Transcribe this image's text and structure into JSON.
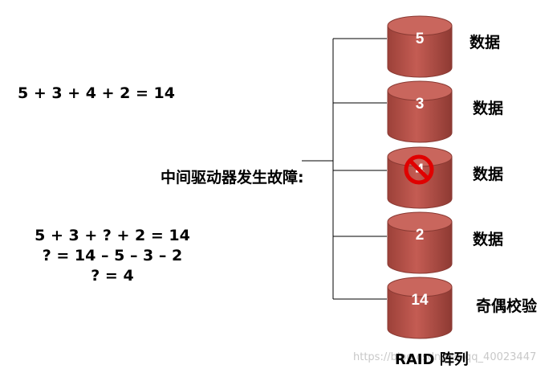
{
  "equation_top": "5 + 3 + 4 + 2 = 14",
  "failure_label": "中间驱动器发生故障:",
  "recovery_lines": [
    "5 + 3 + ? + 2 = 14",
    "? = 14 – 5 – 3 – 2",
    "? = 4"
  ],
  "disks": [
    {
      "value": "5",
      "label": "数据",
      "failed": false
    },
    {
      "value": "3",
      "label": "数据",
      "failed": false
    },
    {
      "value": "4",
      "label": "数据",
      "failed": true
    },
    {
      "value": "2",
      "label": "数据",
      "failed": false
    },
    {
      "value": "14",
      "label": "奇偶校验",
      "failed": false
    }
  ],
  "array_caption": "RAID 阵列",
  "watermark": "https://blog.csdn.net/qq_40023447",
  "colors": {
    "disk_body": "#b5524a",
    "disk_top": "#c9665d",
    "disk_shadow": "#8a3a33",
    "fail_symbol": "#e00000"
  }
}
